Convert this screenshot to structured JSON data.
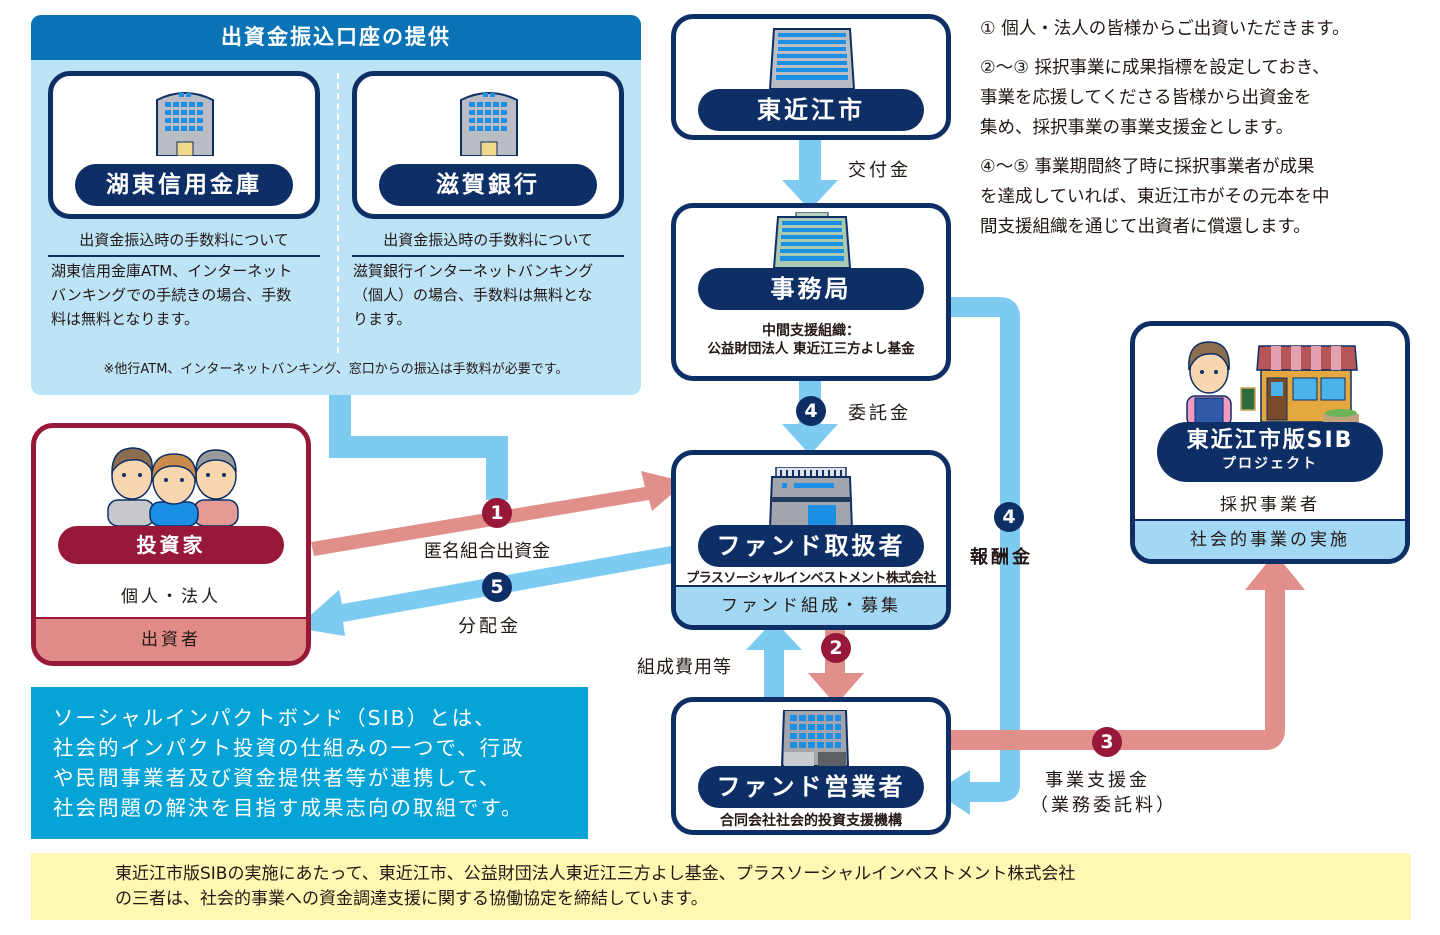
{
  "bank_panel": {
    "title": "出資金振込口座の提供",
    "banks": [
      {
        "name": "湖東信用金庫",
        "fee_title": "出資金振込時の手数料について",
        "fee_lines": [
          "湖東信用金庫ATM、インターネット",
          "バンキングでの手続きの場合、手数",
          "料は無料となります。"
        ]
      },
      {
        "name": "滋賀銀行",
        "fee_title": "出資金振込時の手数料について",
        "fee_lines": [
          "滋賀銀行インターネットバンキング",
          "（個人）の場合、手数料は無料とな",
          "ります。"
        ]
      }
    ],
    "note": "※他行ATM、インターネットバンキング、窓口からの振込は手数料が必要です。"
  },
  "nodes": {
    "city": {
      "label": "東近江市"
    },
    "office": {
      "label": "事務局",
      "sub_line1": "中間支援組織：",
      "sub_line2": "公益財団法人 東近江三方よし基金"
    },
    "fund_handler": {
      "label": "ファンド取扱者",
      "company": "プラスソーシャルインベストメント株式会社",
      "role": "ファンド組成・募集"
    },
    "fund_operator": {
      "label": "ファンド営業者",
      "company": "合同会社社会的投資支援機構"
    },
    "project": {
      "label_line1": "東近江市版SIB",
      "label_line2": "プロジェクト",
      "sub": "採択事業者",
      "role": "社会的事業の実施"
    },
    "investor": {
      "label": "投資家",
      "sub": "個人・法人",
      "role": "出資者"
    }
  },
  "flows": {
    "grant": "交付金",
    "entrust_badge": "4",
    "entrust": "委託金",
    "fee_badge": "4",
    "fee": "報酬金",
    "investment_badge": "1",
    "investment": "匿名組合出資金",
    "dividend_badge": "5",
    "dividend": "分配金",
    "formation_cost": "組成費用等",
    "operator_badge": "2",
    "support_badge": "3",
    "support_line1": "事業支援金",
    "support_line2": "（業務委託料）"
  },
  "explanation": {
    "p1": "① 個人・法人の皆様からご出資いただきます。",
    "p2_lines": [
      "②〜③ 採択事業に成果指標を設定しておき、",
      "事業を応援してくださる皆様から出資金を",
      "集め、採択事業の事業支援金とします。"
    ],
    "p3_lines": [
      "④〜⑤ 事業期間終了時に採択事業者が成果",
      "を達成していれば、東近江市がその元本を中",
      "間支援組織を通じて出資者に償還します。"
    ]
  },
  "sib_definition": {
    "lines": [
      "ソーシャルインパクトボンド（SIB）とは、",
      "社会的インパクト投資の仕組みの一つで、行政",
      "や民間事業者及び資金提供者等が連携して、",
      "社会問題の解決を目指す成果志向の取組です。"
    ]
  },
  "agreement": {
    "lines": [
      "東近江市版SIBの実施にあたって、東近江市、公益財団法人東近江三方よし基金、プラスソーシャルインベストメント株式会社",
      "の三者は、社会的事業への資金調達支援に関する協働協定を締結しています。"
    ]
  },
  "colors": {
    "navy": "#0e2f65",
    "light_blue_arrow": "#7ecbf1",
    "pink_arrow": "#e08f8b",
    "crimson": "#971838",
    "panel_blue": "#bde3f7",
    "header_blue": "#0a73b6",
    "sib_blue": "#05a3d6",
    "agreement_yellow": "#fff8b3"
  }
}
